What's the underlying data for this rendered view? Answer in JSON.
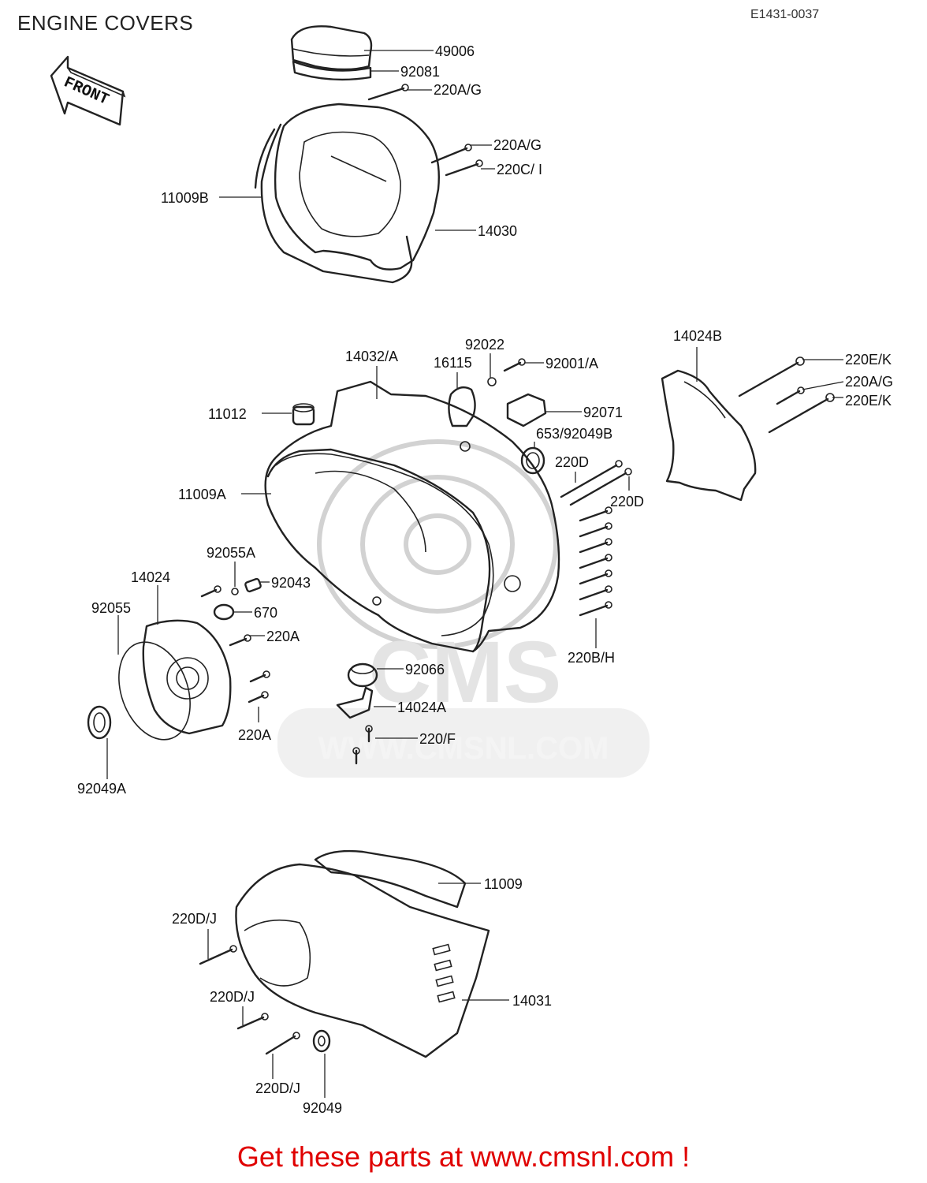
{
  "header": {
    "title": "ENGINE COVERS",
    "diagram_code": "E1431-0037"
  },
  "front_arrow": {
    "label": "FRONT"
  },
  "watermark": {
    "logo_text": "CMS",
    "url": "WWW.CMSNL.COM"
  },
  "parts": [
    "49006",
    "92081",
    "220A/G",
    "220A/G",
    "220C/ I",
    "11009B",
    "14030",
    "14024B",
    "220E/K",
    "220A/G",
    "220E/K",
    "14032/A",
    "92022",
    "16115",
    "92001/A",
    "11012",
    "92071",
    "653/92049B",
    "220D",
    "220D",
    "11009A",
    "92055A",
    "92043",
    "14024",
    "670",
    "92055",
    "220A",
    "220B/H",
    "92066",
    "14024A",
    "220/F",
    "220A",
    "92049A",
    "11009",
    "220D/J",
    "14031",
    "220D/J",
    "220D/J",
    "92049"
  ],
  "footer": {
    "text": "Get these parts at www.cmsnl.com !"
  }
}
